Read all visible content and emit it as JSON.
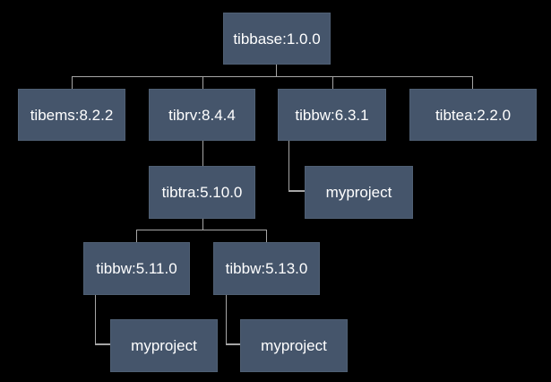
{
  "diagram": {
    "type": "dependency-tree",
    "colors": {
      "background": "#000000",
      "node-fill": "#45556B",
      "node-text": "#FFFFFF",
      "connector": "#A6A6A6"
    },
    "nodes": [
      {
        "id": "tibbase-1.0.0",
        "label": "tibbase:1.0.0"
      },
      {
        "id": "tibems-8.2.2",
        "label": "tibems:8.2.2"
      },
      {
        "id": "tibrv-8.4.4",
        "label": "tibrv:8.4.4"
      },
      {
        "id": "tibbw-6.3.1",
        "label": "tibbw:6.3.1"
      },
      {
        "id": "tibtea-2.2.0",
        "label": "tibtea:2.2.0"
      },
      {
        "id": "tibtra-5.10.0",
        "label": "tibtra:5.10.0"
      },
      {
        "id": "myproject-1",
        "label": "myproject"
      },
      {
        "id": "tibbw-5.11.0",
        "label": "tibbw:5.11.0"
      },
      {
        "id": "tibbw-5.13.0",
        "label": "tibbw:5.13.0"
      },
      {
        "id": "myproject-2",
        "label": "myproject"
      },
      {
        "id": "myproject-3",
        "label": "myproject"
      }
    ],
    "edges": [
      {
        "from": "tibbase-1.0.0",
        "to": "tibems-8.2.2"
      },
      {
        "from": "tibbase-1.0.0",
        "to": "tibrv-8.4.4"
      },
      {
        "from": "tibbase-1.0.0",
        "to": "tibbw-6.3.1"
      },
      {
        "from": "tibbase-1.0.0",
        "to": "tibtea-2.2.0"
      },
      {
        "from": "tibrv-8.4.4",
        "to": "tibtra-5.10.0"
      },
      {
        "from": "tibbw-6.3.1",
        "to": "myproject-1"
      },
      {
        "from": "tibtra-5.10.0",
        "to": "tibbw-5.11.0"
      },
      {
        "from": "tibtra-5.10.0",
        "to": "tibbw-5.13.0"
      },
      {
        "from": "tibbw-5.11.0",
        "to": "myproject-2"
      },
      {
        "from": "tibbw-5.13.0",
        "to": "myproject-3"
      }
    ]
  }
}
